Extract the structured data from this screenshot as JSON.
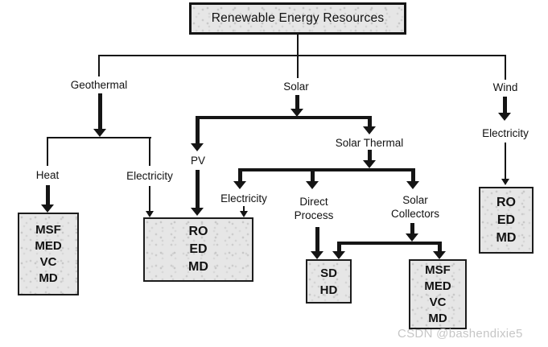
{
  "title": "Renewable Energy Resources",
  "watermark": "CSDN @bashendixie5",
  "branches": {
    "geothermal": {
      "label": "Geothermal",
      "heat": "Heat",
      "electricity": "Electricity"
    },
    "solar": {
      "label": "Solar",
      "pv": "PV",
      "solar_thermal": "Solar Thermal",
      "electricity": "Electricity",
      "direct_process": [
        "Direct",
        "Process"
      ],
      "solar_collectors": [
        "Solar",
        "Collectors"
      ]
    },
    "wind": {
      "label": "Wind",
      "electricity": "Electricity"
    }
  },
  "boxes": {
    "geothermal_heat": [
      "MSF",
      "MED",
      "VC",
      "MD"
    ],
    "solar_electricity": [
      "RO",
      "ED",
      "MD"
    ],
    "direct_process": [
      "SD",
      "HD"
    ],
    "solar_collectors": [
      "MSF",
      "MED",
      "VC",
      "MD"
    ],
    "wind_electricity": [
      "RO",
      "ED",
      "MD"
    ]
  }
}
